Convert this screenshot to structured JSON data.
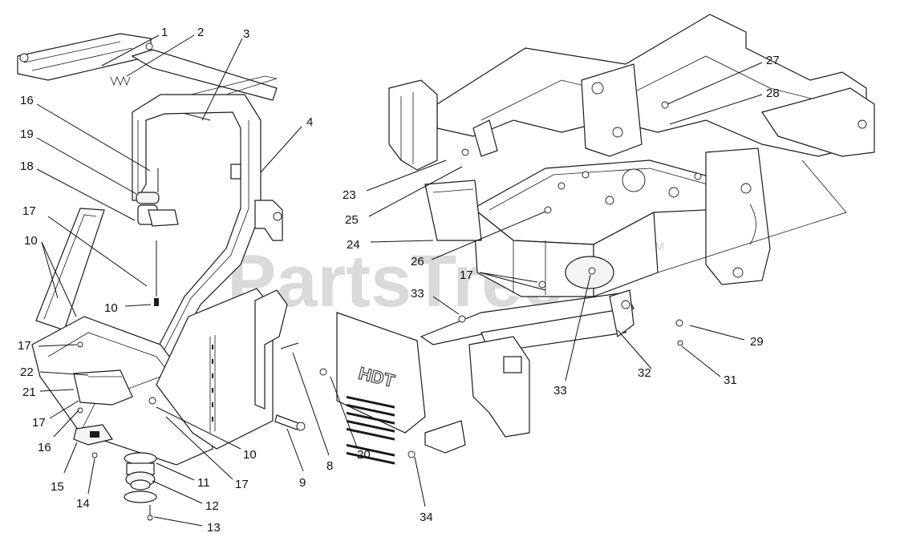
{
  "watermark": {
    "text": "PartsTree",
    "trademark": "TM"
  },
  "grille_badge": {
    "text": "HDT"
  },
  "callouts": [
    {
      "id": "c1",
      "label": "1"
    },
    {
      "id": "c2",
      "label": "2"
    },
    {
      "id": "c3",
      "label": "3"
    },
    {
      "id": "c4",
      "label": "4"
    },
    {
      "id": "c16a",
      "label": "16"
    },
    {
      "id": "c19",
      "label": "19"
    },
    {
      "id": "c18",
      "label": "18"
    },
    {
      "id": "c17a",
      "label": "17"
    },
    {
      "id": "c10a",
      "label": "10"
    },
    {
      "id": "c10b",
      "label": "10"
    },
    {
      "id": "c17b",
      "label": "17"
    },
    {
      "id": "c22",
      "label": "22"
    },
    {
      "id": "c21",
      "label": "21"
    },
    {
      "id": "c17c",
      "label": "17"
    },
    {
      "id": "c16b",
      "label": "16"
    },
    {
      "id": "c15",
      "label": "15"
    },
    {
      "id": "c14",
      "label": "14"
    },
    {
      "id": "c11",
      "label": "11"
    },
    {
      "id": "c12",
      "label": "12"
    },
    {
      "id": "c13",
      "label": "13"
    },
    {
      "id": "c10c",
      "label": "10"
    },
    {
      "id": "c17d",
      "label": "17"
    },
    {
      "id": "c9",
      "label": "9"
    },
    {
      "id": "c8",
      "label": "8"
    },
    {
      "id": "c20",
      "label": "20"
    },
    {
      "id": "c27",
      "label": "27"
    },
    {
      "id": "c28",
      "label": "28"
    },
    {
      "id": "c23",
      "label": "23"
    },
    {
      "id": "c25",
      "label": "25"
    },
    {
      "id": "c24",
      "label": "24"
    },
    {
      "id": "c26",
      "label": "26"
    },
    {
      "id": "c17e",
      "label": "17"
    },
    {
      "id": "c33a",
      "label": "33"
    },
    {
      "id": "c33b",
      "label": "33"
    },
    {
      "id": "c32",
      "label": "32"
    },
    {
      "id": "c29",
      "label": "29"
    },
    {
      "id": "c31",
      "label": "31"
    },
    {
      "id": "c34",
      "label": "34"
    }
  ]
}
